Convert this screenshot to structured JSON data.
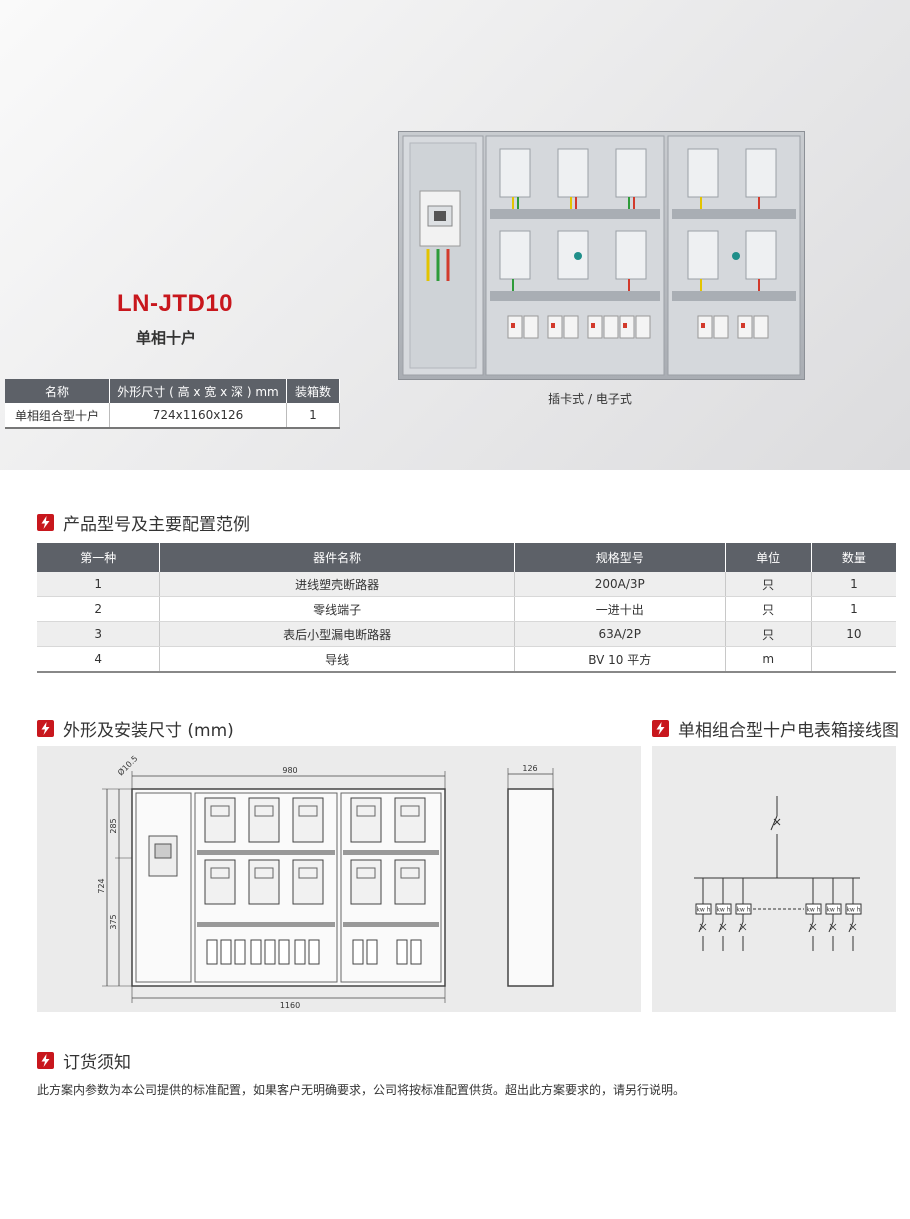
{
  "header": {
    "model": "LN-JTD10",
    "subtitle": "单相十户"
  },
  "spec_table": {
    "headers": [
      "名称",
      "外形尺寸 ( 高 x 宽 x 深 ) mm",
      "装箱数"
    ],
    "row": [
      "单相组合型十户",
      "724x1160x126",
      "1"
    ]
  },
  "photo": {
    "caption": "插卡式 / 电子式"
  },
  "config_section": {
    "title": "产品型号及主要配置范例",
    "headers": [
      "第一种",
      "器件名称",
      "规格型号",
      "单位",
      "数量"
    ],
    "rows": [
      [
        "1",
        "进线塑壳断路器",
        "200A/3P",
        "只",
        "1"
      ],
      [
        "2",
        "零线端子",
        "一进十出",
        "只",
        "1"
      ],
      [
        "3",
        "表后小型漏电断路器",
        "63A/2P",
        "只",
        "10"
      ],
      [
        "4",
        "导线",
        "BV 10 平方",
        "m",
        ""
      ]
    ]
  },
  "dimension_section": {
    "title": "外形及安装尺寸 (mm)",
    "labels": {
      "hole": "Ø10.5",
      "top_width": "980",
      "bottom_width": "1160",
      "total_height": "724",
      "upper_height": "285",
      "lower_height": "375",
      "depth": "126"
    }
  },
  "wiring_section": {
    "title": "单相组合型十户电表箱接线图",
    "meter_label": "kw h"
  },
  "order_section": {
    "title": "订货须知",
    "text": "此方案内参数为本公司提供的标准配置，如果客户无明确要求，公司将按标准配置供货。超出此方案要求的，请另行说明。"
  },
  "colors": {
    "accent_red": "#c8171d",
    "table_header": "#5d6168",
    "panel_bg": "#ebebeb"
  }
}
